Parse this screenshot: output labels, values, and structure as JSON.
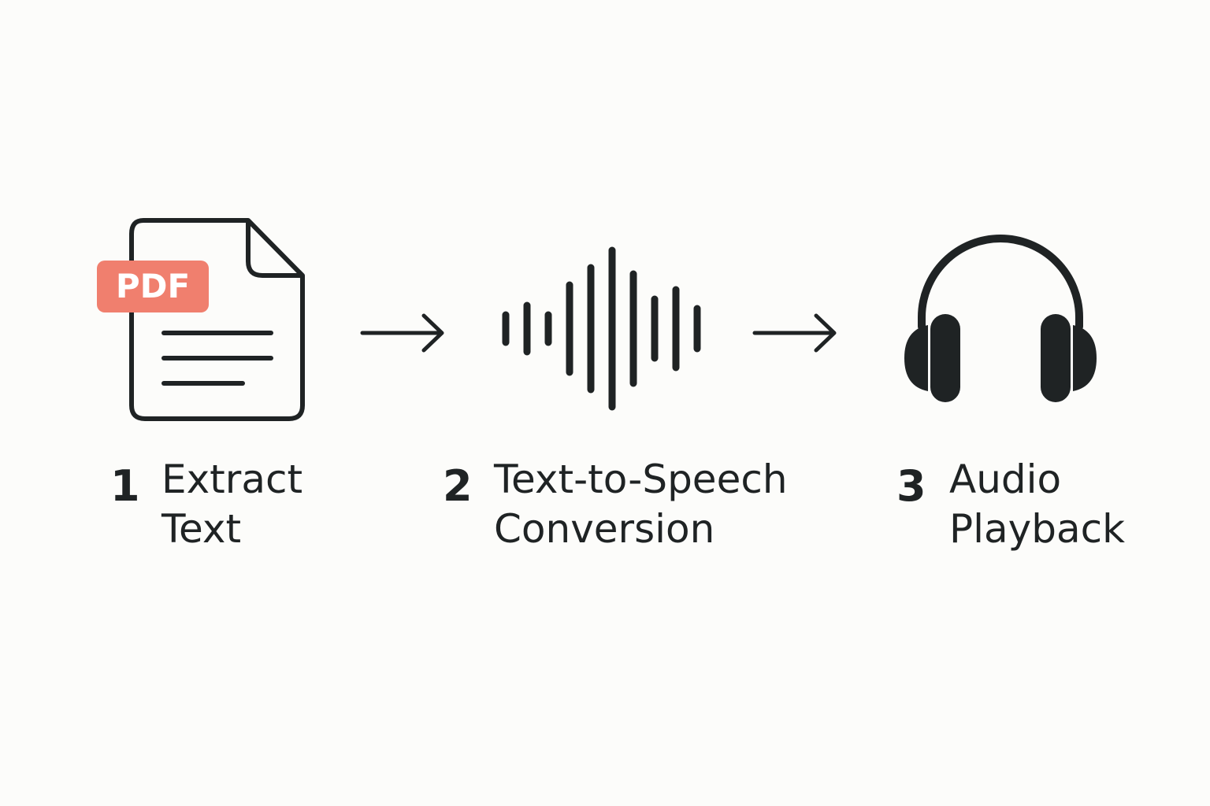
{
  "colors": {
    "background": "#fcfcfa",
    "ink": "#1f2324",
    "pdf_badge": "#f07f6e",
    "pdf_badge_text": "#ffffff"
  },
  "pdf_badge": {
    "text": "PDF"
  },
  "steps": [
    {
      "number": "1",
      "lines": [
        "Extract",
        "Text"
      ],
      "icon": "pdf-document-icon"
    },
    {
      "number": "2",
      "lines": [
        "Text-to-Speech",
        "Conversion"
      ],
      "icon": "sound-wave-icon"
    },
    {
      "number": "3",
      "lines": [
        "Audio",
        "Playback"
      ],
      "icon": "headphones-icon"
    }
  ],
  "connectors": [
    "arrow-right-icon",
    "arrow-right-icon"
  ]
}
